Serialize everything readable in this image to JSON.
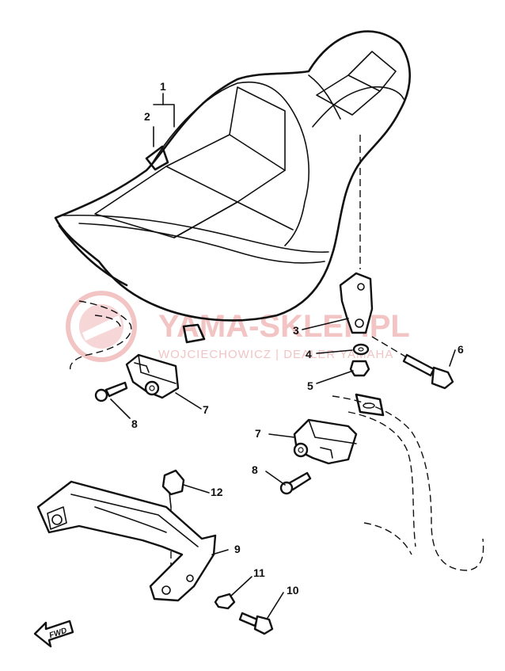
{
  "watermark": {
    "brand": "YAMA-SKLEP.PL",
    "tagline": "WOJCIECHOWICZ | DEALER YAMAHA"
  },
  "callouts": {
    "c1": "1",
    "c2": "2",
    "c3": "3",
    "c4": "4",
    "c5": "5",
    "c6": "6",
    "c7a": "7",
    "c7b": "7",
    "c8a": "8",
    "c8b": "8",
    "c9": "9",
    "c10": "10",
    "c11": "11",
    "c12": "12"
  },
  "fwd_label": "FWD"
}
